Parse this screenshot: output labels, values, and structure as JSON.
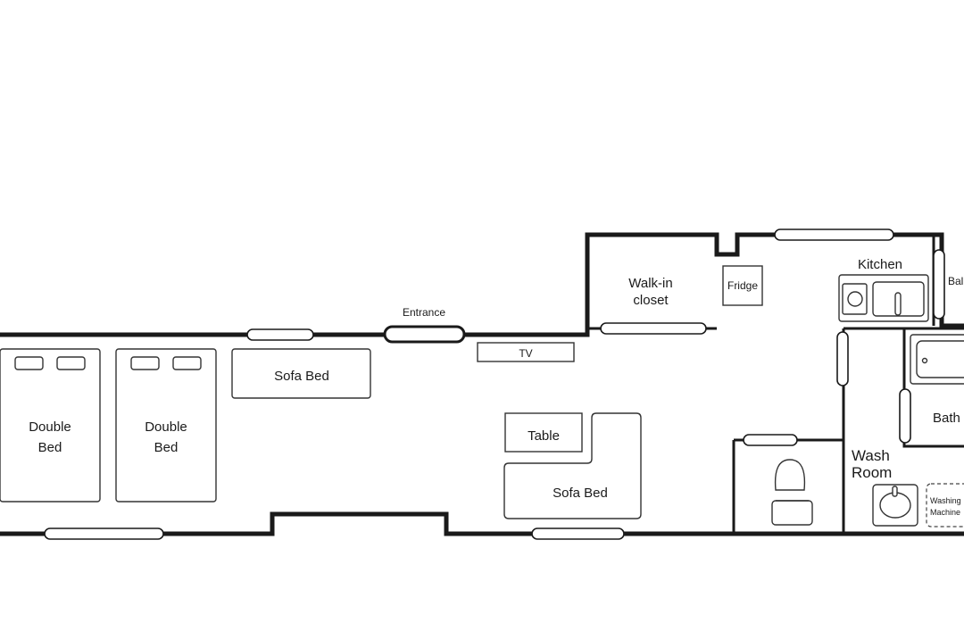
{
  "labels": {
    "entrance": "Entrance",
    "tv": "TV",
    "sofa_bed_1": "Sofa Bed",
    "sofa_bed_2": "Sofa Bed",
    "table": "Table",
    "double_bed_1": [
      "Double",
      "Bed"
    ],
    "double_bed_2": [
      "Double",
      "Bed"
    ],
    "walk_in_closet": [
      "Walk-in",
      "closet"
    ],
    "fridge": "Fridge",
    "kitchen": "Kitchen",
    "balcony": "Bal",
    "bath": "Bath",
    "wash_room": [
      "Wash",
      "Room"
    ],
    "washing_machine": [
      "Washing",
      "Machine"
    ]
  },
  "colors": {
    "wall": "#1a1a1a",
    "background": "#ffffff",
    "furniture_stroke": "#333333"
  }
}
